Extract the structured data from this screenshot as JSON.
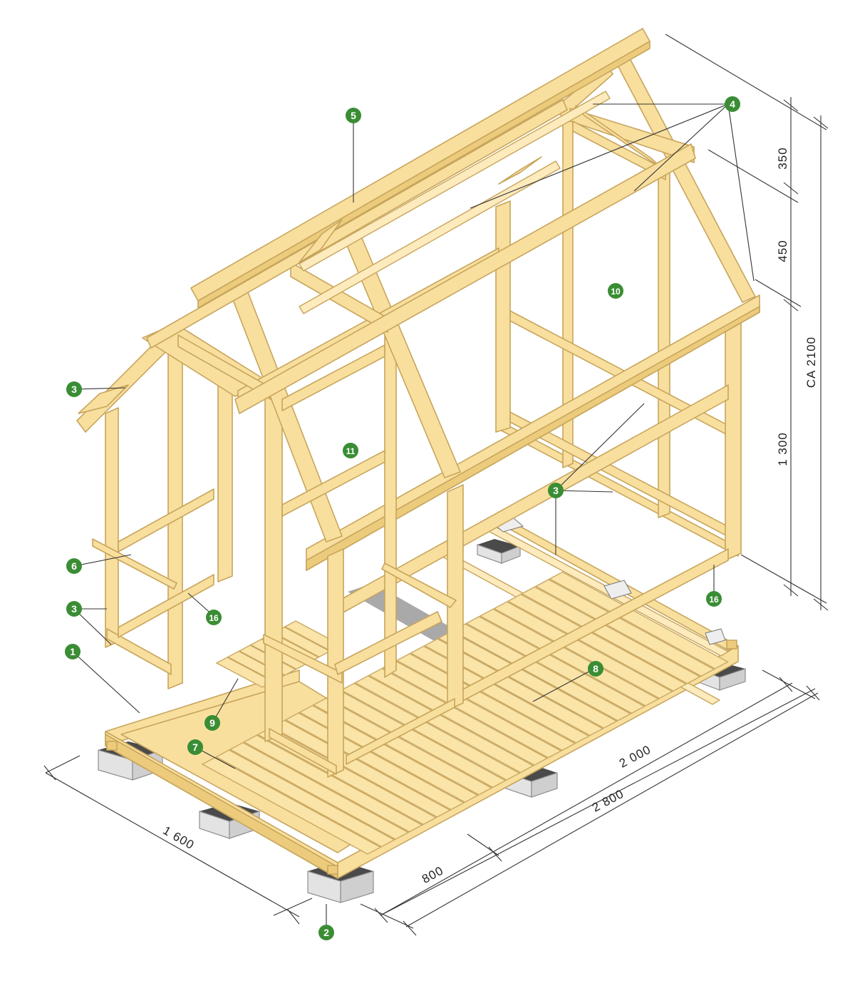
{
  "callouts": [
    {
      "id": "c1",
      "label": "1"
    },
    {
      "id": "c2",
      "label": "2"
    },
    {
      "id": "c3a",
      "label": "3"
    },
    {
      "id": "c3b",
      "label": "3"
    },
    {
      "id": "c3c",
      "label": "3"
    },
    {
      "id": "c4",
      "label": "4"
    },
    {
      "id": "c5",
      "label": "5"
    },
    {
      "id": "c6",
      "label": "6"
    },
    {
      "id": "c7",
      "label": "7"
    },
    {
      "id": "c8",
      "label": "8"
    },
    {
      "id": "c9",
      "label": "9"
    },
    {
      "id": "c10",
      "label": "10"
    },
    {
      "id": "c11",
      "label": "11"
    },
    {
      "id": "c16a",
      "label": "16"
    },
    {
      "id": "c16b",
      "label": "16"
    }
  ],
  "dimensions": {
    "height_top": "350",
    "height_mid": "450",
    "height_total": "CA 2100",
    "height_wall": "1 300",
    "width": "1 600",
    "length_total": "2 800",
    "length_house": "2 000",
    "length_porch": "800"
  },
  "colors": {
    "wood": "#f9df9e",
    "wood_outline": "#c7a55c",
    "callout": "#3a8d34",
    "membrane": "#a9a9a9",
    "footing": "#e3e3e3"
  }
}
